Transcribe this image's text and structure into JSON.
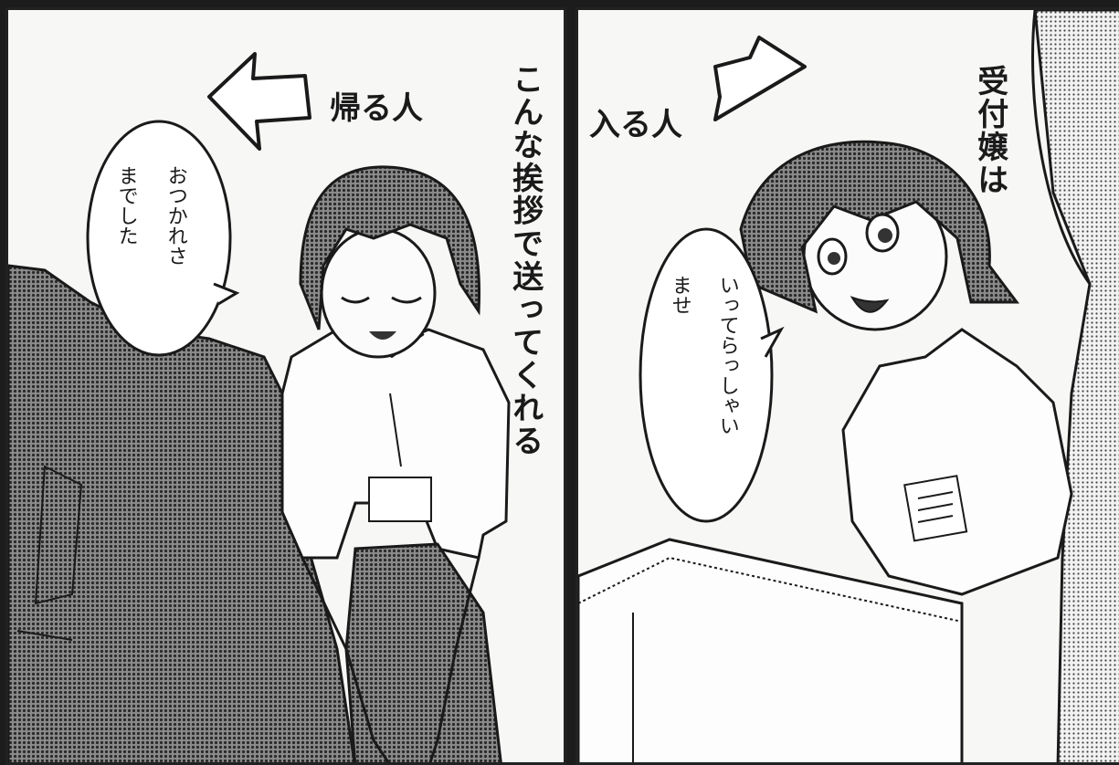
{
  "panels": {
    "left": {
      "arrow_label": "帰る人",
      "narration": "こんな挨拶で送ってくれる",
      "speech": {
        "col1": "おつかれさ",
        "col2": "までした"
      }
    },
    "right": {
      "arrow_label": "入る人",
      "narration": "受付嬢は",
      "speech": {
        "col1": "いってらっしゃい",
        "col2": "ませ"
      }
    }
  },
  "colors": {
    "ink": "#1a1a1a",
    "paper": "#f7f7f5",
    "tone": "#555555"
  }
}
